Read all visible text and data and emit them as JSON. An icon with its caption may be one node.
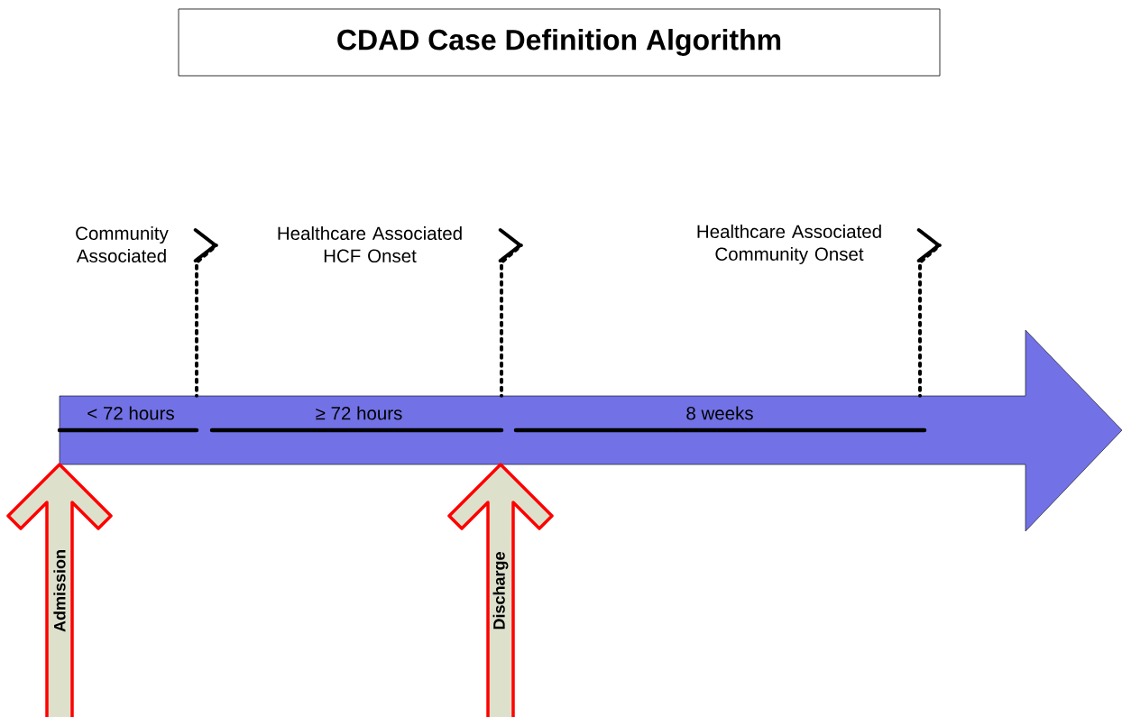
{
  "diagram": {
    "title": "CDAD Case Definition Algorithm",
    "nodes": [
      {
        "text": [
          "< 72 hours",
          "≥ 72 hours",
          "8 weeks"
        ]
      },
      {
        "text": [
          "Admission"
        ]
      },
      {
        "text": [
          "Discharge"
        ]
      },
      {
        "text": [
          "Community Associated"
        ]
      },
      {
        "text": [
          "Healthcare Associated HCF Onset"
        ]
      },
      {
        "text": [
          "Healthcare Associated Community Onset"
        ]
      }
    ],
    "edges": [
      {
        "from": 3,
        "to": 0,
        "arrow": "other",
        "style": "dashed"
      },
      {
        "from": 4,
        "to": 0,
        "arrow": "other",
        "style": "dashed"
      },
      {
        "from": 5,
        "to": 0,
        "arrow": "other",
        "style": "dashed"
      }
    ]
  }
}
